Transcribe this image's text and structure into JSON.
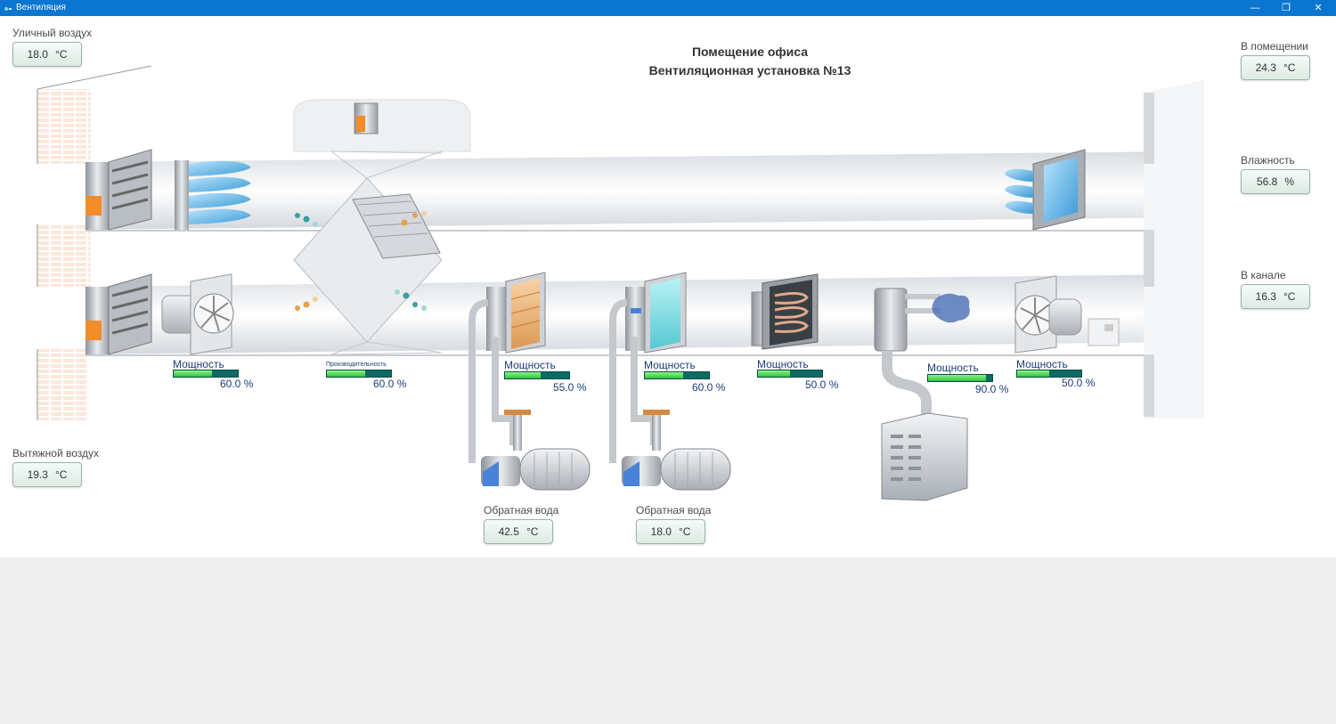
{
  "window": {
    "title": "Вентиляция",
    "minimize_glyph": "—",
    "maximize_glyph": "❐",
    "close_glyph": "✕"
  },
  "header": {
    "line1": "Помещение офиса",
    "line2": "Вентиляционная установка №13"
  },
  "sensors": {
    "outdoor": {
      "label": "Уличный воздух",
      "value": "18.0",
      "unit": "°C"
    },
    "exhaust": {
      "label": "Вытяжной воздух",
      "value": "19.3",
      "unit": "°C"
    },
    "room": {
      "label": "В помещении",
      "value": "24.3",
      "unit": "°C"
    },
    "humidity": {
      "label": "Влажность",
      "value": "56.8",
      "unit": "%"
    },
    "duct": {
      "label": "В канале",
      "value": "16.3",
      "unit": "°C"
    },
    "return_water_1": {
      "label": "Обратная вода",
      "value": "42.5",
      "unit": "°C"
    },
    "return_water_2": {
      "label": "Обратная вода",
      "value": "18.0",
      "unit": "°C"
    }
  },
  "units": [
    {
      "label": "Мощность",
      "percent": 60,
      "value_text": "60.0 %"
    },
    {
      "label": "Производительность",
      "percent": 60,
      "value_text": "60.0 %"
    },
    {
      "label": "Мощность",
      "percent": 55,
      "value_text": "55.0 %"
    },
    {
      "label": "Мощность",
      "percent": 60,
      "value_text": "60.0 %"
    },
    {
      "label": "Мощность",
      "percent": 50,
      "value_text": "50.0 %"
    },
    {
      "label": "Мощность",
      "percent": 90,
      "value_text": "90.0 %"
    },
    {
      "label": "Мощность",
      "percent": 50,
      "value_text": "50.0 %"
    }
  ],
  "colors": {
    "titlebar": "#0a76d0",
    "bar_track": "#0c6b63",
    "bar_fill": "#3fd24a",
    "value_box": "#e3f0e9",
    "accent_orange": "#f28c28",
    "filter_blue": "#5ab8e8"
  }
}
